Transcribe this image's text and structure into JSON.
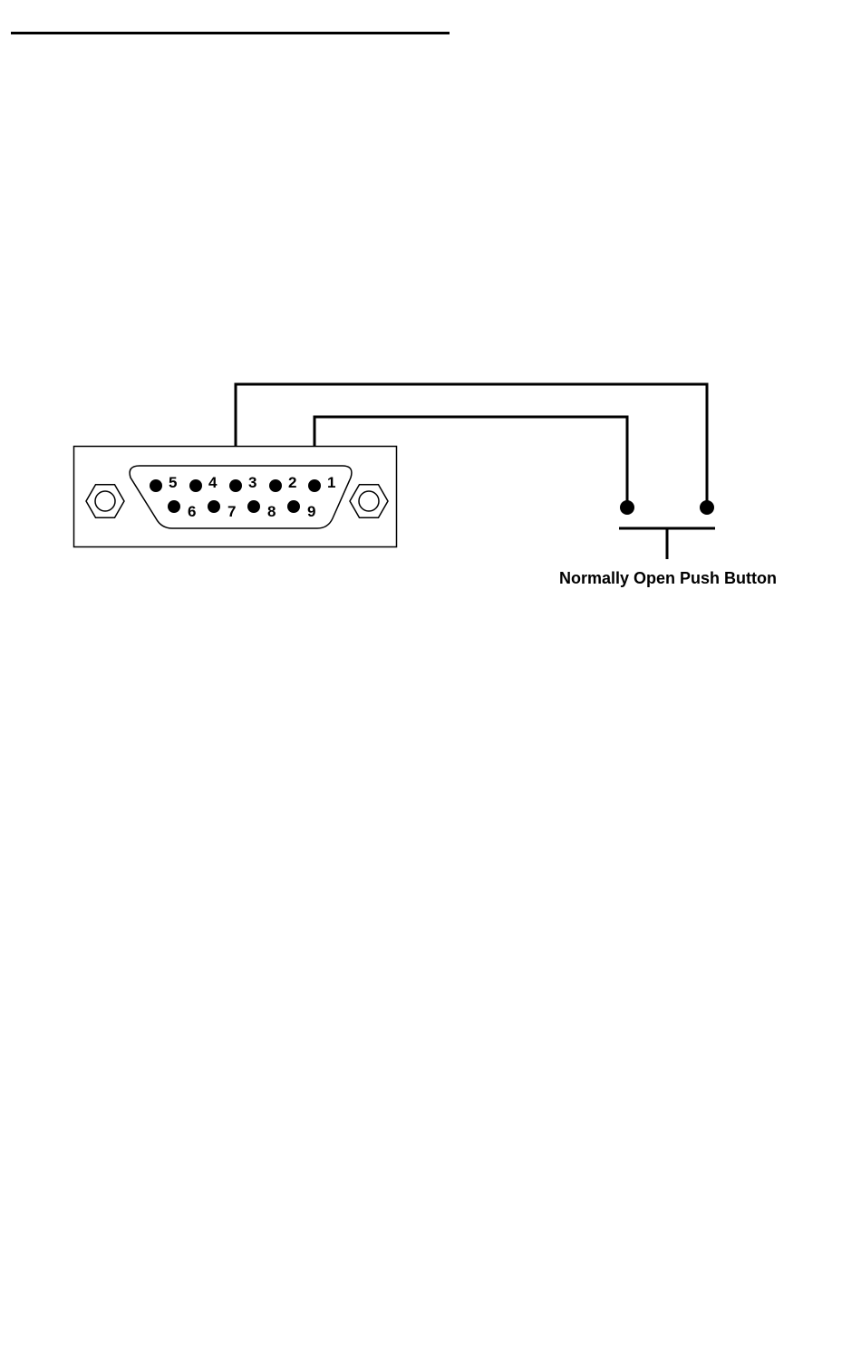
{
  "diagram": {
    "connector": {
      "pins": [
        {
          "id": "1",
          "label": "1"
        },
        {
          "id": "2",
          "label": "2"
        },
        {
          "id": "3",
          "label": "3"
        },
        {
          "id": "4",
          "label": "4"
        },
        {
          "id": "5",
          "label": "5"
        },
        {
          "id": "6",
          "label": "6"
        },
        {
          "id": "7",
          "label": "7"
        },
        {
          "id": "8",
          "label": "8"
        },
        {
          "id": "9",
          "label": "9"
        }
      ]
    },
    "switch": {
      "label": "Normally Open Push Button"
    },
    "wires": [
      {
        "from": "pin-3",
        "to": "push-button-right-contact"
      },
      {
        "from": "pin-1",
        "to": "push-button-left-contact"
      }
    ]
  },
  "colors": {
    "ink": "#000000",
    "background": "#ffffff"
  }
}
